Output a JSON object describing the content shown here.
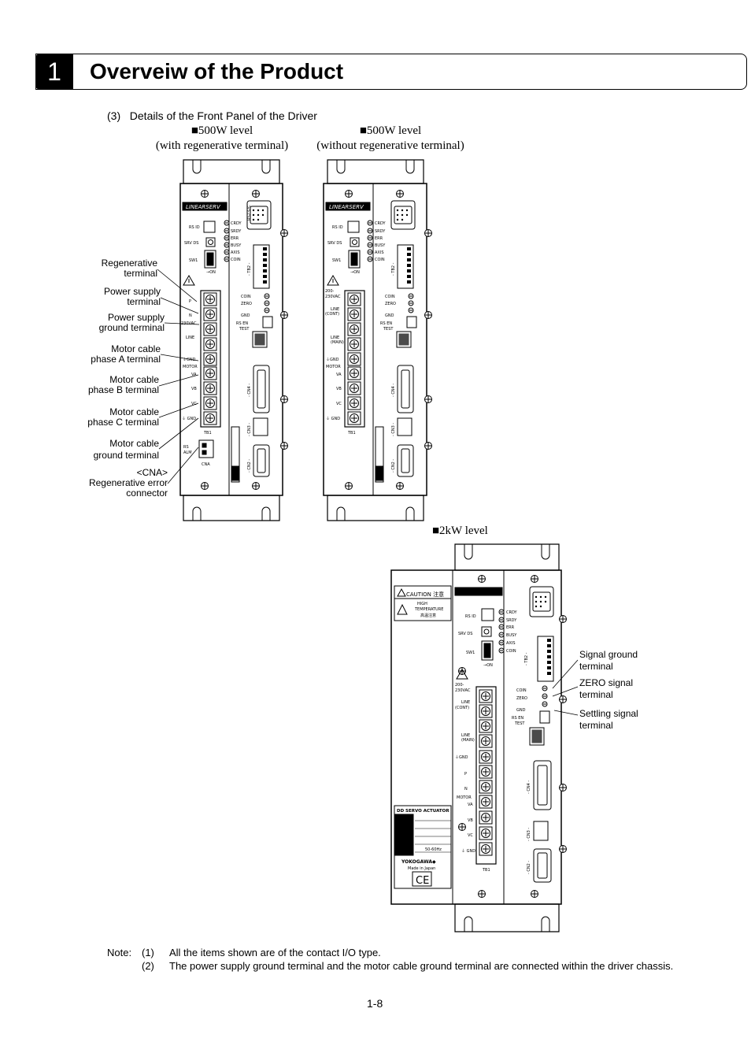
{
  "header": {
    "chapter_number": "1",
    "title": "Overveiw of the Product"
  },
  "section": {
    "title": "(3)   Details of the Front Panel of the Driver"
  },
  "panels": {
    "p500_with": {
      "title": "■500W level",
      "subtitle": "(with regenerative terminal)"
    },
    "p500_without": {
      "title": "■500W level",
      "subtitle": "(without regenerative terminal)"
    },
    "p2kw": {
      "title": "■2kW level"
    }
  },
  "callouts_left": [
    "Regenerative\nterminal",
    "Power supply\nterminal",
    "Power supply\nground terminal",
    "Motor cable\nphase A terminal",
    "Motor cable\nphase B terminal",
    "Motor cable\nphase C terminal",
    "Motor cable\nground terminal",
    "<CNA>\nRegenerative error\nconnector"
  ],
  "callouts_right": [
    "Signal ground\nterminal",
    "ZERO signal\nterminal",
    "Settling signal\nterminal"
  ],
  "device_text": {
    "logo": "LINEARSERV",
    "rs_id": "RS ID",
    "srv_ds": "SRV DS",
    "sw1": "SW1",
    "on": "→ON",
    "leds": [
      "CRDY",
      "SRDY",
      "ERR",
      "BUSY",
      "AXIS",
      "COIN"
    ],
    "rs232c": "RS232C",
    "cn1": "- CN1 -",
    "tb2": "- TB2 -",
    "coin": "COIN",
    "zero": "ZERO",
    "gnd": "GND",
    "rs_en": "RS EN",
    "test": "TEST",
    "cn4": "- CN4 -",
    "cn3": "- CN3 -",
    "cn2": "- CN2 -",
    "tb1": "TB1",
    "cna": "CNA",
    "rs_alm": "RS ALM",
    "p": "P",
    "n": "N",
    "ac230": "230VAC",
    "ac200_230": "200-230VAC",
    "line": "LINE",
    "line_cont": "LINE (CONT)",
    "line_main": "LINE (MAIN)",
    "gnd_term": "GND",
    "motor": "MOTOR",
    "va": "VA",
    "vb": "VB",
    "vc": "VC",
    "caution": "CAUTION 注意",
    "high_temp": "HIGH TEMPERATURE",
    "high_temp_jp": "高温注意",
    "dd_servo": "DD SERVO ACTUATOR",
    "freq": "50-60Hz",
    "yokogawa": "YOKOGAWA◆",
    "made_in": "Made in Japan",
    "ce": "CE"
  },
  "notes": {
    "label": "Note:",
    "items": [
      {
        "num": "(1)",
        "text": "All the items shown are of the contact I/O type."
      },
      {
        "num": "(2)",
        "text": "The power supply ground terminal and the motor cable ground terminal are connected within the driver chassis."
      }
    ]
  },
  "page_number": "1-8"
}
